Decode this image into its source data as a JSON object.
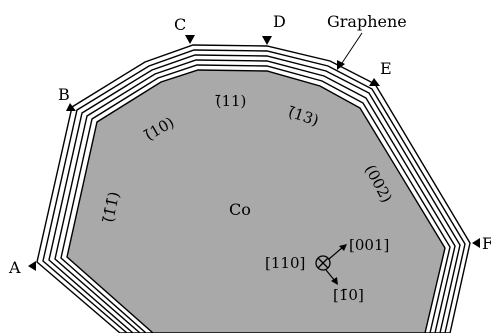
{
  "labels": {
    "A": "A",
    "B": "B",
    "C": "C",
    "D": "D",
    "E": "E",
    "F": "F",
    "graphene": "Graphene",
    "core": "Co"
  },
  "facets": {
    "f1": "(̄1̄1̄)",
    "f2": "(̄10)",
    "f3": "(̄11)",
    "f4": "(̄13)",
    "f5": "(002)"
  },
  "directions": {
    "into_page": "[110]",
    "up": "[001]",
    "down": "[1̄0]"
  },
  "colors": {
    "core_fill": "#a9a9a9",
    "shell_fill": "#ffffff",
    "stroke": "#000000"
  }
}
